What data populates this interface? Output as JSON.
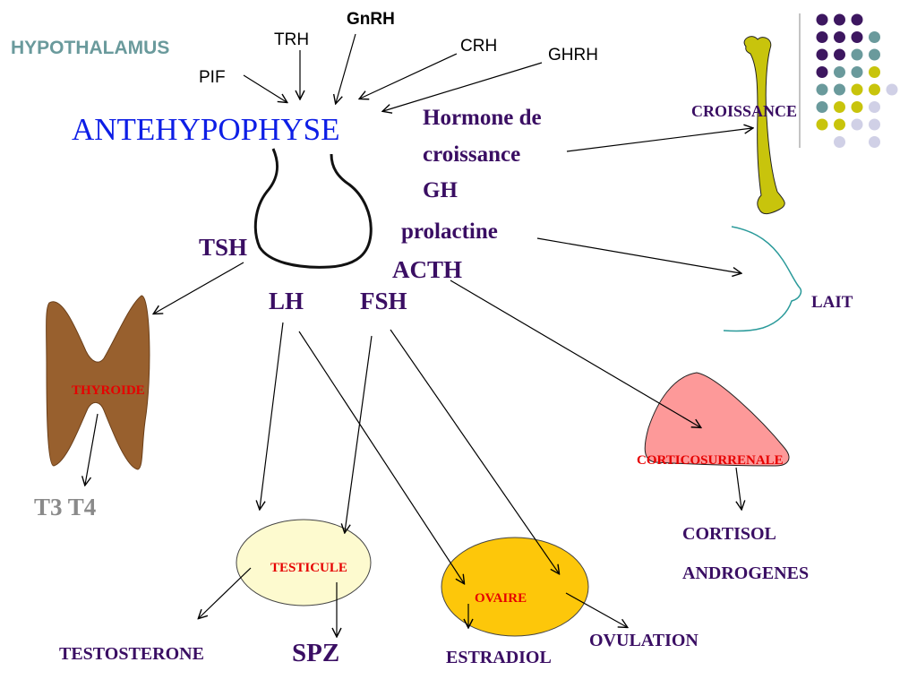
{
  "colors": {
    "title": "#6a9a9c",
    "blue": "#0d1ee6",
    "purple": "#3a0e63",
    "gray": "#8a8a8a",
    "red": "#e60000",
    "thyroid": "#98602e",
    "testicule": "#fdfacf",
    "ovaire": "#fdc70a",
    "cortico": "#fd9999",
    "bone": "#c8c40c",
    "teal": "#2a9a9a",
    "dot_purple": "#3d1760",
    "dot_teal": "#6a9a9c",
    "dot_yellow": "#c8c40c",
    "dot_lavender": "#d0d0e6"
  },
  "labels": {
    "hypothalamus": "HYPOTHALAMUS",
    "trh": "TRH",
    "gnrh": "GnRH",
    "crh": "CRH",
    "ghrh": "GHRH",
    "pif": "PIF",
    "antehypophyse": "ANTEHYPOPHYSE",
    "hormone_de": "Hormone de",
    "croissance": "croissance",
    "gh": "GH",
    "prolactine": "prolactine",
    "acth": "ACTH",
    "tsh": "TSH",
    "lh": "LH",
    "fsh": "FSH",
    "croissance_target": "CROISSANCE",
    "lait": "LAIT",
    "thyroide": "THYROIDE",
    "t3t4": "T3 T4",
    "corticosurrenale": "CORTICOSURRENALE",
    "cortisol": "CORTISOL",
    "androgenes": "ANDROGENES",
    "testicule": "TESTICULE",
    "ovaire": "OVAIRE",
    "testosterone": "TESTOSTERONE",
    "spz": "SPZ",
    "estradiol": "ESTRADIOL",
    "ovulation": "OVULATION"
  },
  "dot_grid": [
    [
      "purple",
      "purple",
      "purple",
      ""
    ],
    [
      "purple",
      "purple",
      "purple",
      "teal"
    ],
    [
      "purple",
      "purple",
      "teal",
      "teal"
    ],
    [
      "purple",
      "teal",
      "teal",
      "yellow"
    ],
    [
      "teal",
      "teal",
      "yellow",
      "yellow",
      "lavender"
    ],
    [
      "teal",
      "yellow",
      "yellow",
      "lavender"
    ],
    [
      "yellow",
      "yellow",
      "lavender",
      "lavender"
    ],
    [
      "",
      "lavender",
      "",
      "lavender"
    ]
  ]
}
